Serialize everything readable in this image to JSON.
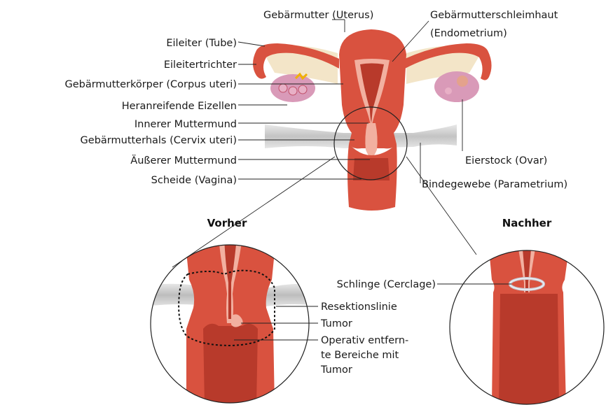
{
  "labels": {
    "uterus": "Gebärmutter (Uterus)",
    "endometrium_1": "Gebärmutterschleimhaut",
    "endometrium_2": "(Endometrium)",
    "tube": "Eileiter (Tube)",
    "funnel": "Eileitertrichter",
    "corpus": "Gebärmutterkörper (Corpus uteri)",
    "eggs": "Heranreifende Eizellen",
    "inner_os": "Innerer Muttermund",
    "cervix": "Gebärmutterhals (Cervix uteri)",
    "outer_os": "Äußerer Muttermund",
    "vagina": "Scheide (Vagina)",
    "ovary": "Eierstock (Ovar)",
    "parametrium": "Bindegewebe (Parametrium)"
  },
  "before": {
    "title": "Vorher",
    "resection": "Resektionslinie",
    "tumor": "Tumor",
    "removed_1": "Operativ entfern-",
    "removed_2": "te Bereiche mit",
    "removed_3": "Tumor"
  },
  "after": {
    "title": "Nachher",
    "cerclage": "Schlinge (Cerclage)"
  },
  "colors": {
    "tissue": "#d9523f",
    "tissue_dark": "#b83a2b",
    "lining": "#f2b0a0",
    "ovary": "#d99ab8",
    "ligament": "#cfcfcf",
    "fimbria": "#f3e5c8"
  }
}
